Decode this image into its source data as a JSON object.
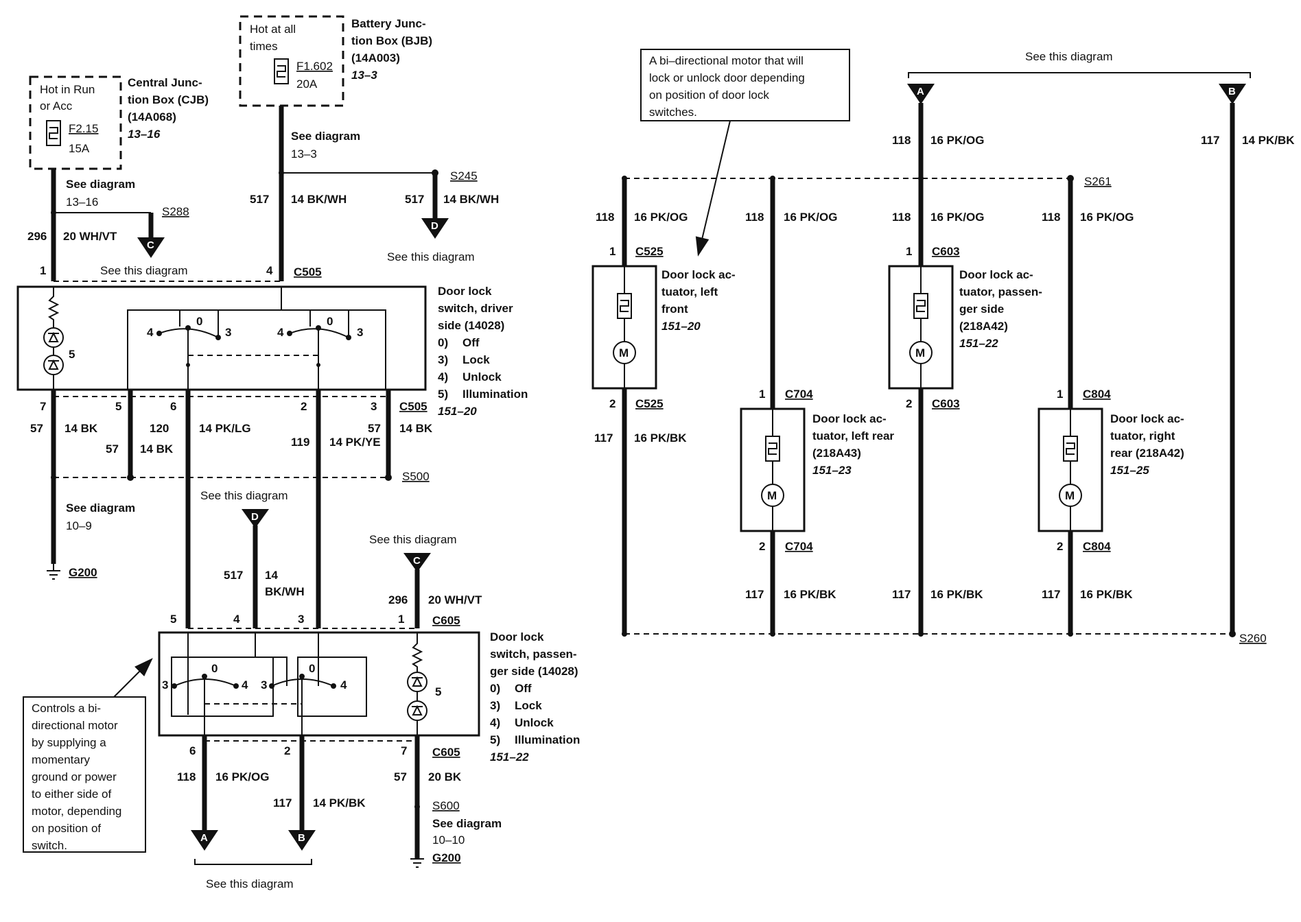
{
  "fuses": {
    "cjb": {
      "supply": [
        "Hot in Run",
        "or Acc"
      ],
      "fuse": "F2.15",
      "amps": "15A",
      "name": [
        "Central Junc-",
        "tion Box (CJB)",
        "(14A068)"
      ],
      "ref": "13–16"
    },
    "bjb": {
      "supply": [
        "Hot at all",
        "times"
      ],
      "fuse": "F1.602",
      "amps": "20A",
      "name": [
        "Battery Junc-",
        "tion Box (BJB)",
        "(14A003)"
      ],
      "ref": "13–3"
    }
  },
  "see_diagram_13_16": [
    "See diagram",
    "13–16"
  ],
  "see_diagram_13_3": [
    "See diagram",
    "13–3"
  ],
  "see_diagram_10_9": [
    "See diagram",
    "10–9"
  ],
  "see_diagram_10_10": [
    "See diagram",
    "10–10"
  ],
  "see_this_diagram": "See this diagram",
  "splices": {
    "s288": "S288",
    "s245": "S245",
    "s500": "S500",
    "s600": "S600",
    "s261": "S261",
    "s260": "S260"
  },
  "grounds": {
    "g200": "G200"
  },
  "offpage": {
    "a": "A",
    "b": "B",
    "c": "C",
    "d": "D"
  },
  "circuits": {
    "c296": {
      "num": "296",
      "wire": "20 WH/VT"
    },
    "c517": {
      "num": "517",
      "wire": "14 BK/WH"
    },
    "c517b": {
      "num": "517",
      "wire1": "14",
      "wire2": "BK/WH"
    },
    "c57": {
      "num": "57",
      "wire": "14 BK"
    },
    "c57p": {
      "num": "57",
      "wire": "20 BK"
    },
    "c120": {
      "num": "120",
      "wire": "14 PK/LG"
    },
    "c119": {
      "num": "119",
      "wire": "14 PK/YE"
    },
    "c118_14": {
      "num": "118",
      "wire": "16 PK/OG"
    },
    "c117_14": {
      "num": "117",
      "wire": "14 PK/BK"
    },
    "c118": {
      "num": "118",
      "wire": "16 PK/OG"
    },
    "c117": {
      "num": "117",
      "wire": "16 PK/BK"
    }
  },
  "connectors": {
    "c505": "C505",
    "c605": "C605",
    "c525": "C525",
    "c603": "C603",
    "c704": "C704",
    "c804": "C804"
  },
  "pins": {
    "p1": "1",
    "p2": "2",
    "p3": "3",
    "p4": "4",
    "p5": "5",
    "p6": "6",
    "p7": "7",
    "p0": "0"
  },
  "driver_switch": {
    "title": [
      "Door lock",
      "switch, driver",
      "side (14028)"
    ],
    "positions": [
      {
        "n": "0)",
        "label": "Off"
      },
      {
        "n": "3)",
        "label": "Lock"
      },
      {
        "n": "4)",
        "label": "Unlock"
      },
      {
        "n": "5)",
        "label": "Illumination"
      }
    ],
    "ref": "151–20"
  },
  "passenger_switch": {
    "title": [
      "Door lock",
      "switch, passen-",
      "ger side (14028)"
    ],
    "positions": [
      {
        "n": "0)",
        "label": "Off"
      },
      {
        "n": "3)",
        "label": "Lock"
      },
      {
        "n": "4)",
        "label": "Unlock"
      },
      {
        "n": "5)",
        "label": "Illumination"
      }
    ],
    "ref": "151–22"
  },
  "actuators": {
    "lf": {
      "name": [
        "Door lock ac-",
        "tuator, left",
        "front"
      ],
      "ref": "151–20"
    },
    "lr": {
      "name": [
        "Door lock ac-",
        "tuator, left rear",
        "(218A43)"
      ],
      "ref": "151–23"
    },
    "pass": {
      "name": [
        "Door lock ac-",
        "tuator, passen-",
        "ger side",
        "(218A42)"
      ],
      "ref": "151–22"
    },
    "rr": {
      "name": [
        "Door lock ac-",
        "tuator, right",
        "rear (218A42)"
      ],
      "ref": "151–25"
    }
  },
  "motor_label": "M",
  "note_motor": [
    "A bi–directional motor that will",
    "lock or unlock door depending",
    "on position of door lock",
    "switches."
  ],
  "note_switch": [
    "Controls a bi-",
    "directional motor",
    "by supplying a",
    "momentary",
    "ground or power",
    "to either side of",
    "motor, depending",
    "on position of",
    "switch."
  ]
}
